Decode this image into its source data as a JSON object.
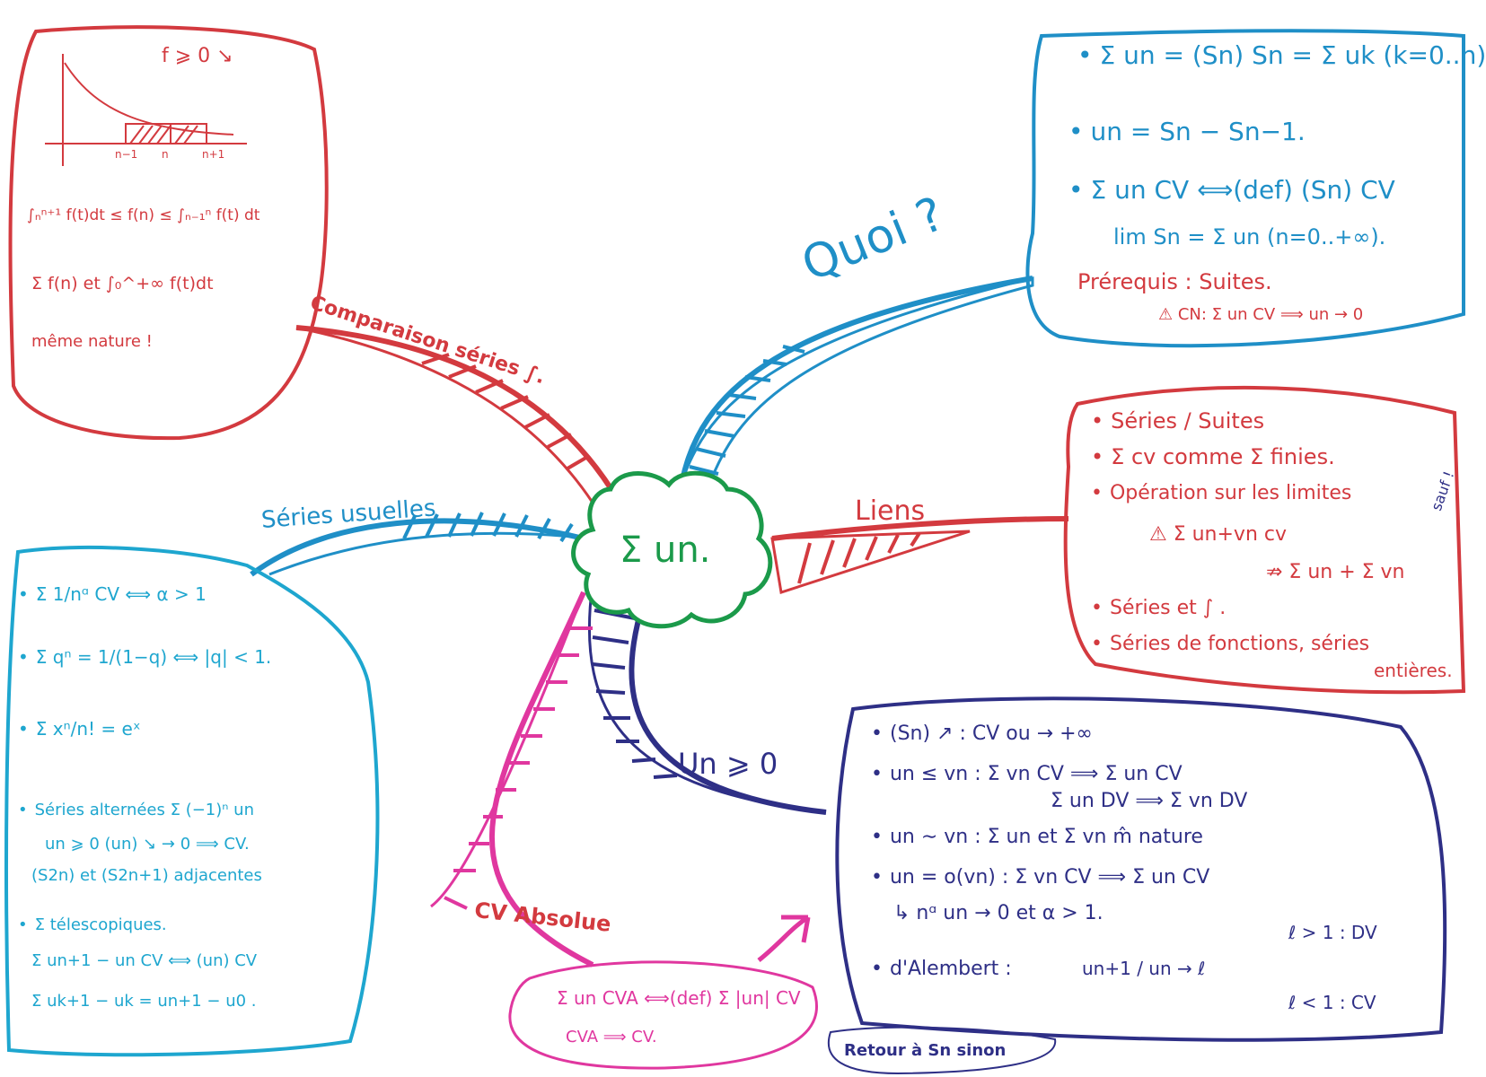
{
  "colors": {
    "red": "#d33a3f",
    "blue": "#1f8fc7",
    "navy": "#2e2f86",
    "pink": "#e0379f",
    "green": "#1b9a4a",
    "cyan": "#1ea6cf"
  },
  "center": {
    "label": "Σ un."
  },
  "branches": {
    "quoi": "Quoi ?",
    "liens": "Liens",
    "un_pos": "Un ⩾ 0",
    "cv_absolue": "CV Absolue",
    "series_usuelles": "Séries usuelles",
    "comparaison": "Comparaison séries ∫."
  },
  "quoi_box": {
    "lines": [
      "Σ un = (Sn)   Sn = Σ uk (k=0..n)",
      "un = Sn − Sn−1.",
      "Σ un CV ⟺(def) (Sn) CV",
      "lim Sn = Σ un  (n=0..+∞).",
      "Prérequis :    Suites.",
      "⚠ CN: Σ un CV ⟹ un → 0"
    ]
  },
  "liens_box": {
    "lines": [
      "Séries / Suites",
      "Σ cv  comme  Σ finies.",
      "Opération sur les limites",
      "⚠  Σ un+vn  cv",
      "⇏  Σ un + Σ vn",
      "Séries et ∫ .",
      "Séries de fonctions, séries",
      "entières."
    ],
    "side_note": "sauf !"
  },
  "un_pos_box": {
    "lines": [
      "(Sn) ↗ : CV ou → +∞",
      "un ≤ vn :   Σ vn CV ⟹ Σ un CV",
      "Σ un DV ⟹ Σ vn DV",
      "un ∼ vn :      Σ un  et Σ vn   m̂ nature",
      "un = o(vn) :   Σ vn CV ⟹ Σ un CV",
      "↳  nᵅ un → 0 et α > 1.",
      "d'Alembert :",
      "un+1 / un → ℓ",
      "ℓ > 1 :  DV",
      "ℓ < 1 :  CV"
    ]
  },
  "cv_abs_box": {
    "lines": [
      "Σ un CVA ⟺(def) Σ |un| CV",
      "CVA ⟹ CV."
    ]
  },
  "retour_note": "Retour à Sn sinon",
  "usuelles_box": {
    "lines": [
      "Σ 1/nᵅ  CV ⟺ α > 1",
      "Σ qⁿ = 1/(1−q)   ⟺ |q| < 1.",
      "Σ xⁿ/n! = eˣ",
      "Séries alternées  Σ (−1)ⁿ un",
      "un ⩾ 0  (un) ↘  → 0  ⟹  CV.",
      "(S2n) et (S2n+1) adjacentes",
      "Σ télescopiques.",
      "Σ un+1 − un   CV ⟺ (un) CV",
      "Σ uk+1 − uk = un+1 − u0 ."
    ]
  },
  "comparaison_box": {
    "header": "f ⩾ 0 ↘",
    "axis_labels": [
      "n−1",
      "n",
      "n+1"
    ],
    "lines": [
      "∫ₙⁿ⁺¹ f(t)dt ≤ f(n) ≤ ∫ₙ₋₁ⁿ f(t) dt",
      "Σ f(n) et ∫₀^+∞ f(t)dt",
      "même nature !"
    ]
  }
}
